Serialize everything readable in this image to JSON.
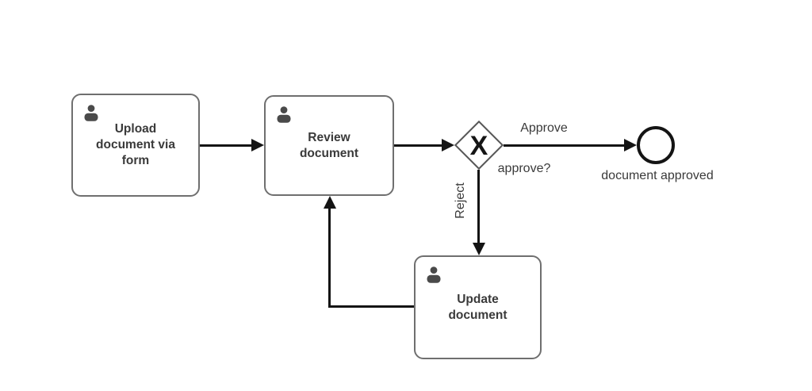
{
  "diagram": {
    "type": "bpmn-process",
    "tasks": {
      "upload": {
        "label": "Upload document via form",
        "icon": "user-icon"
      },
      "review": {
        "label": "Review document",
        "icon": "user-icon"
      },
      "update": {
        "label": "Update document",
        "icon": "user-icon"
      }
    },
    "gateway": {
      "symbol": "X",
      "question_label": "approve?"
    },
    "end_event": {
      "label": "document approved"
    },
    "flows": {
      "approve_label": "Approve",
      "reject_label": "Reject"
    },
    "colors": {
      "background": "#ffffff",
      "task_border": "#6f6f6f",
      "gateway_border": "#565656",
      "arrow": "#141414",
      "icon": "#4a4a4a",
      "text": "#3a3a3a"
    }
  }
}
